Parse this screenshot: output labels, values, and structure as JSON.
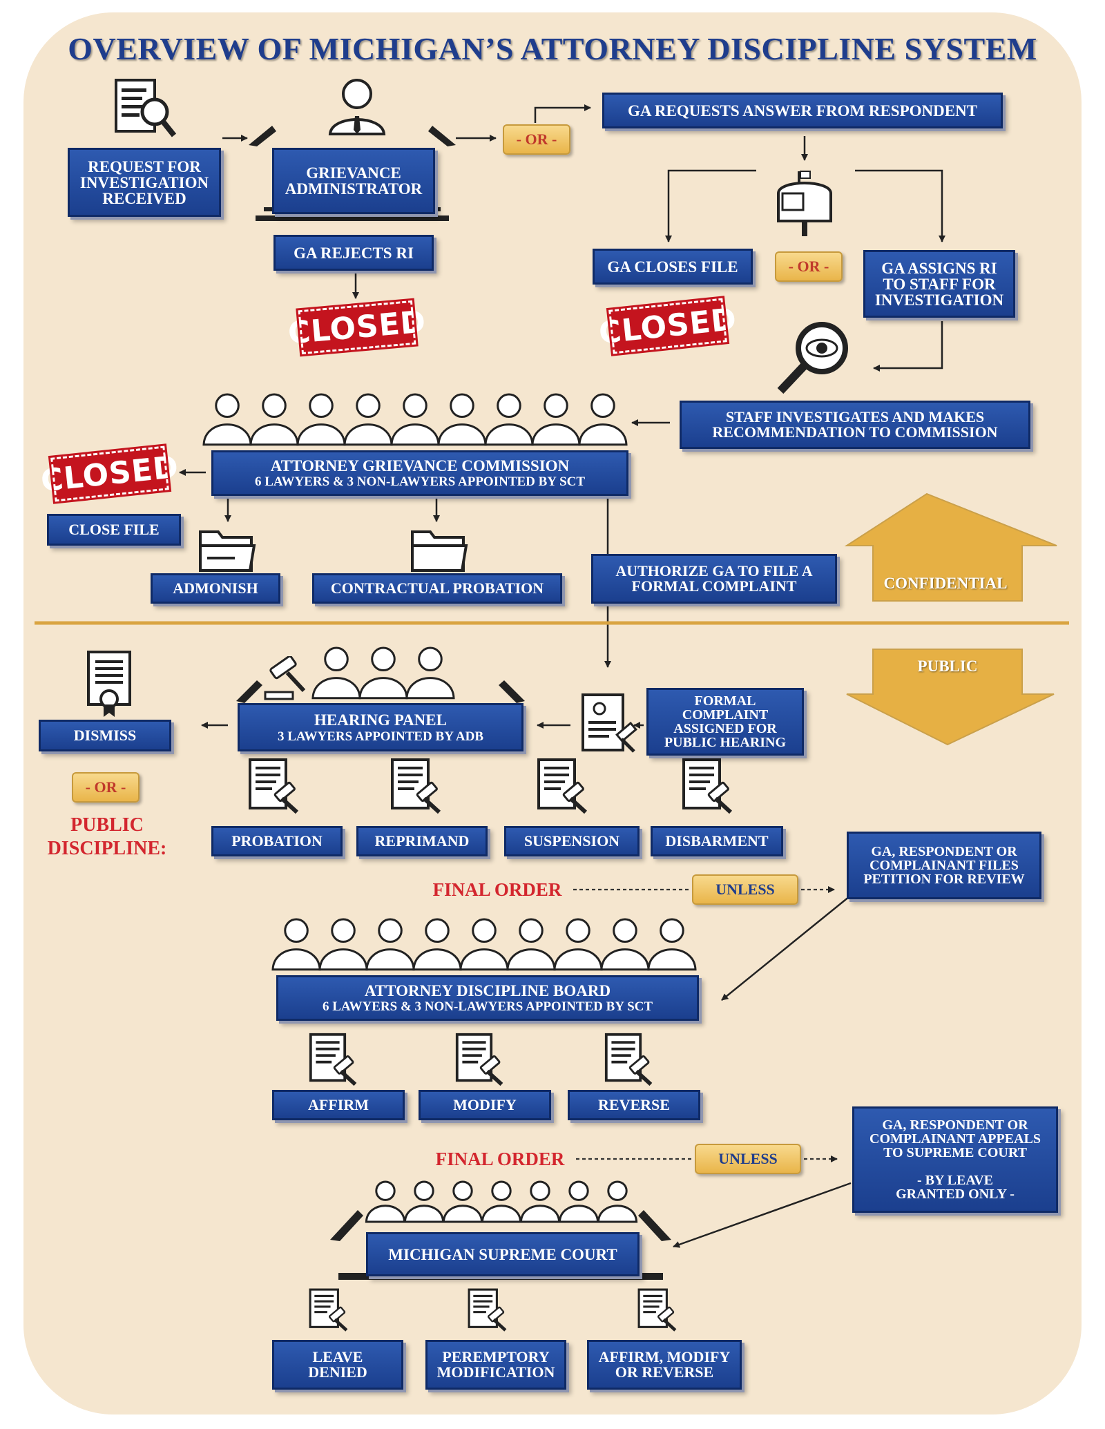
{
  "title": "OVERVIEW OF MICHIGAN’S ATTORNEY DISCIPLINE SYSTEM",
  "confidential_section": {
    "request": "REQUEST FOR\nINVESTIGATION\nRECEIVED",
    "grievance_admin": "GRIEVANCE\nADMINISTRATOR",
    "ga_rejects": "GA REJECTS RI",
    "or_1": "- OR -",
    "ga_requests_answer": "GA REQUESTS ANSWER FROM RESPONDENT",
    "ga_closes_file": "GA CLOSES FILE",
    "or_2": "- OR -",
    "ga_assigns": "GA ASSIGNS RI\nTO STAFF FOR\nINVESTIGATION",
    "staff_investigates": "STAFF INVESTIGATES AND MAKES\nRECOMMENDATION TO COMMISSION",
    "agc_title": "ATTORNEY GRIEVANCE COMMISSION",
    "agc_subtitle": "6 LAWYERS & 3 NON-LAWYERS APPOINTED BY SCT",
    "close_file": "CLOSE FILE",
    "admonish": "ADMONISH",
    "contractual_probation": "CONTRACTUAL PROBATION",
    "authorize_ga": "AUTHORIZE GA TO FILE A\nFORMAL COMPLAINT",
    "confidential_label": "CONFIDENTIAL",
    "closed_stamp": "CLOSED"
  },
  "public_section": {
    "public_label": "PUBLIC",
    "formal_complaint": "FORMAL COMPLAINT\nASSIGNED FOR\nPUBLIC HEARING",
    "hearing_panel_title": "HEARING PANEL",
    "hearing_panel_subtitle": "3 LAWYERS APPOINTED BY ADB",
    "dismiss": "DISMISS",
    "or_3": "- OR -",
    "public_discipline": "PUBLIC\nDISCIPLINE:",
    "outcomes": [
      "PROBATION",
      "REPRIMAND",
      "SUSPENSION",
      "DISBARMENT"
    ],
    "final_order": "FINAL ORDER",
    "unless": "UNLESS",
    "petition_review": "GA, RESPONDENT OR\nCOMPLAINANT FILES\nPETITION FOR REVIEW",
    "adb_title": "ATTORNEY DISCIPLINE BOARD",
    "adb_subtitle": "6 LAWYERS & 3 NON-LAWYERS APPOINTED BY SCT",
    "adb_outcomes": [
      "AFFIRM",
      "MODIFY",
      "REVERSE"
    ],
    "appeal_sc": "GA, RESPONDENT OR\nCOMPLAINANT APPEALS\nTO SUPREME COURT\n\n- BY LEAVE\nGRANTED ONLY -",
    "supreme_court": "MICHIGAN SUPREME COURT",
    "sc_outcomes": [
      "LEAVE\nDENIED",
      "PEREMPTORY\nMODIFICATION",
      "AFFIRM, MODIFY\nOR REVERSE"
    ]
  },
  "colors": {
    "background": "#f5e6cf",
    "box_blue": "#1f4a9e",
    "gold": "#e6b044",
    "red": "#d3262e"
  }
}
